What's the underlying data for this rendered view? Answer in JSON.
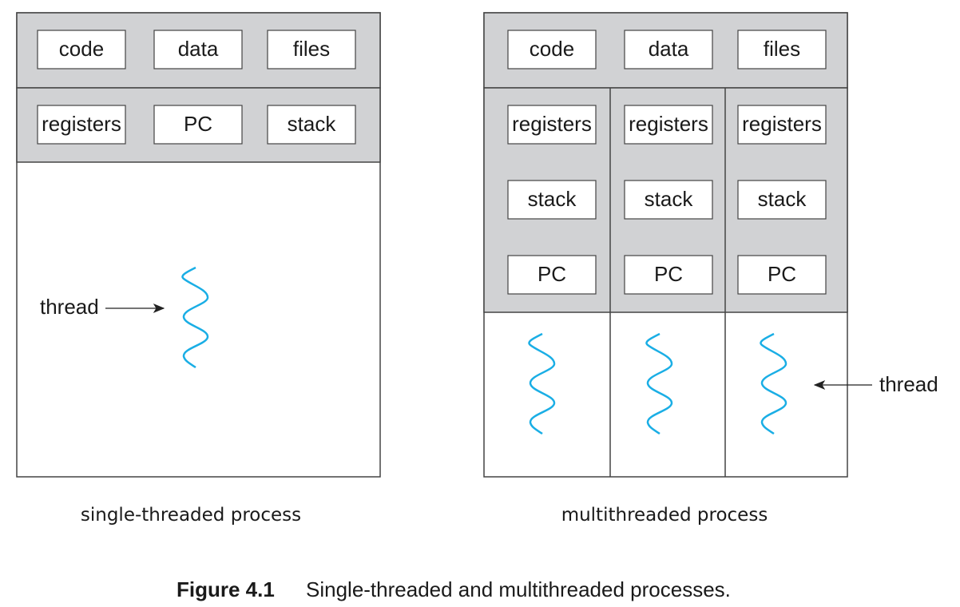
{
  "single": {
    "shared": [
      "code",
      "data",
      "files"
    ],
    "thread_state": [
      "registers",
      "PC",
      "stack"
    ],
    "thread_label": "thread",
    "caption": "single-threaded process"
  },
  "multi": {
    "shared": [
      "code",
      "data",
      "files"
    ],
    "thread_state_rows": [
      [
        "registers",
        "registers",
        "registers"
      ],
      [
        "stack",
        "stack",
        "stack"
      ],
      [
        "PC",
        "PC",
        "PC"
      ]
    ],
    "thread_label": "thread",
    "caption": "multithreaded process"
  },
  "figure": {
    "number": "Figure 4.1",
    "title": "Single-threaded and multithreaded processes."
  },
  "colors": {
    "section_fill": "#d1d2d4",
    "thread": "#1aaee5"
  }
}
